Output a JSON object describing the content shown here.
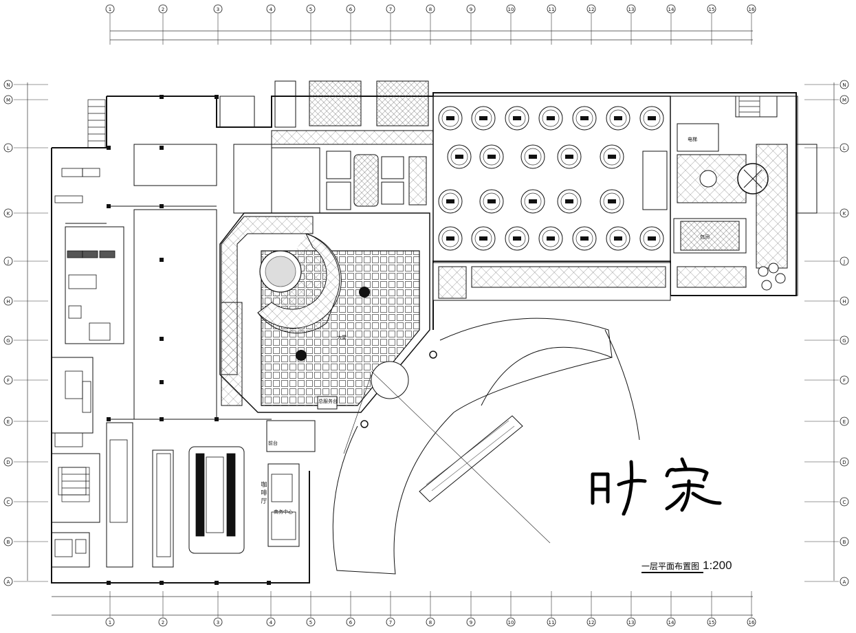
{
  "drawing": {
    "title": "一层平面布置图",
    "scale": "1:200",
    "signature": "叶宋"
  },
  "rooms": {
    "lobby": "大堂",
    "reception": "总服务台",
    "coffee": "咖啡厅",
    "business": "商务中心",
    "store": "前台",
    "elev": "电梯",
    "private": "包间"
  },
  "grid": {
    "columns": [
      "1",
      "2",
      "3",
      "4",
      "5",
      "6",
      "7",
      "8",
      "9",
      "10",
      "11",
      "12",
      "13",
      "14",
      "15",
      "16"
    ],
    "rows": [
      "N",
      "M",
      "L",
      "K",
      "J",
      "H",
      "G",
      "F",
      "E",
      "D",
      "C",
      "B",
      "A"
    ]
  },
  "colors": {
    "line": "#111111",
    "hatch": "#555555",
    "dim": "#333333"
  }
}
